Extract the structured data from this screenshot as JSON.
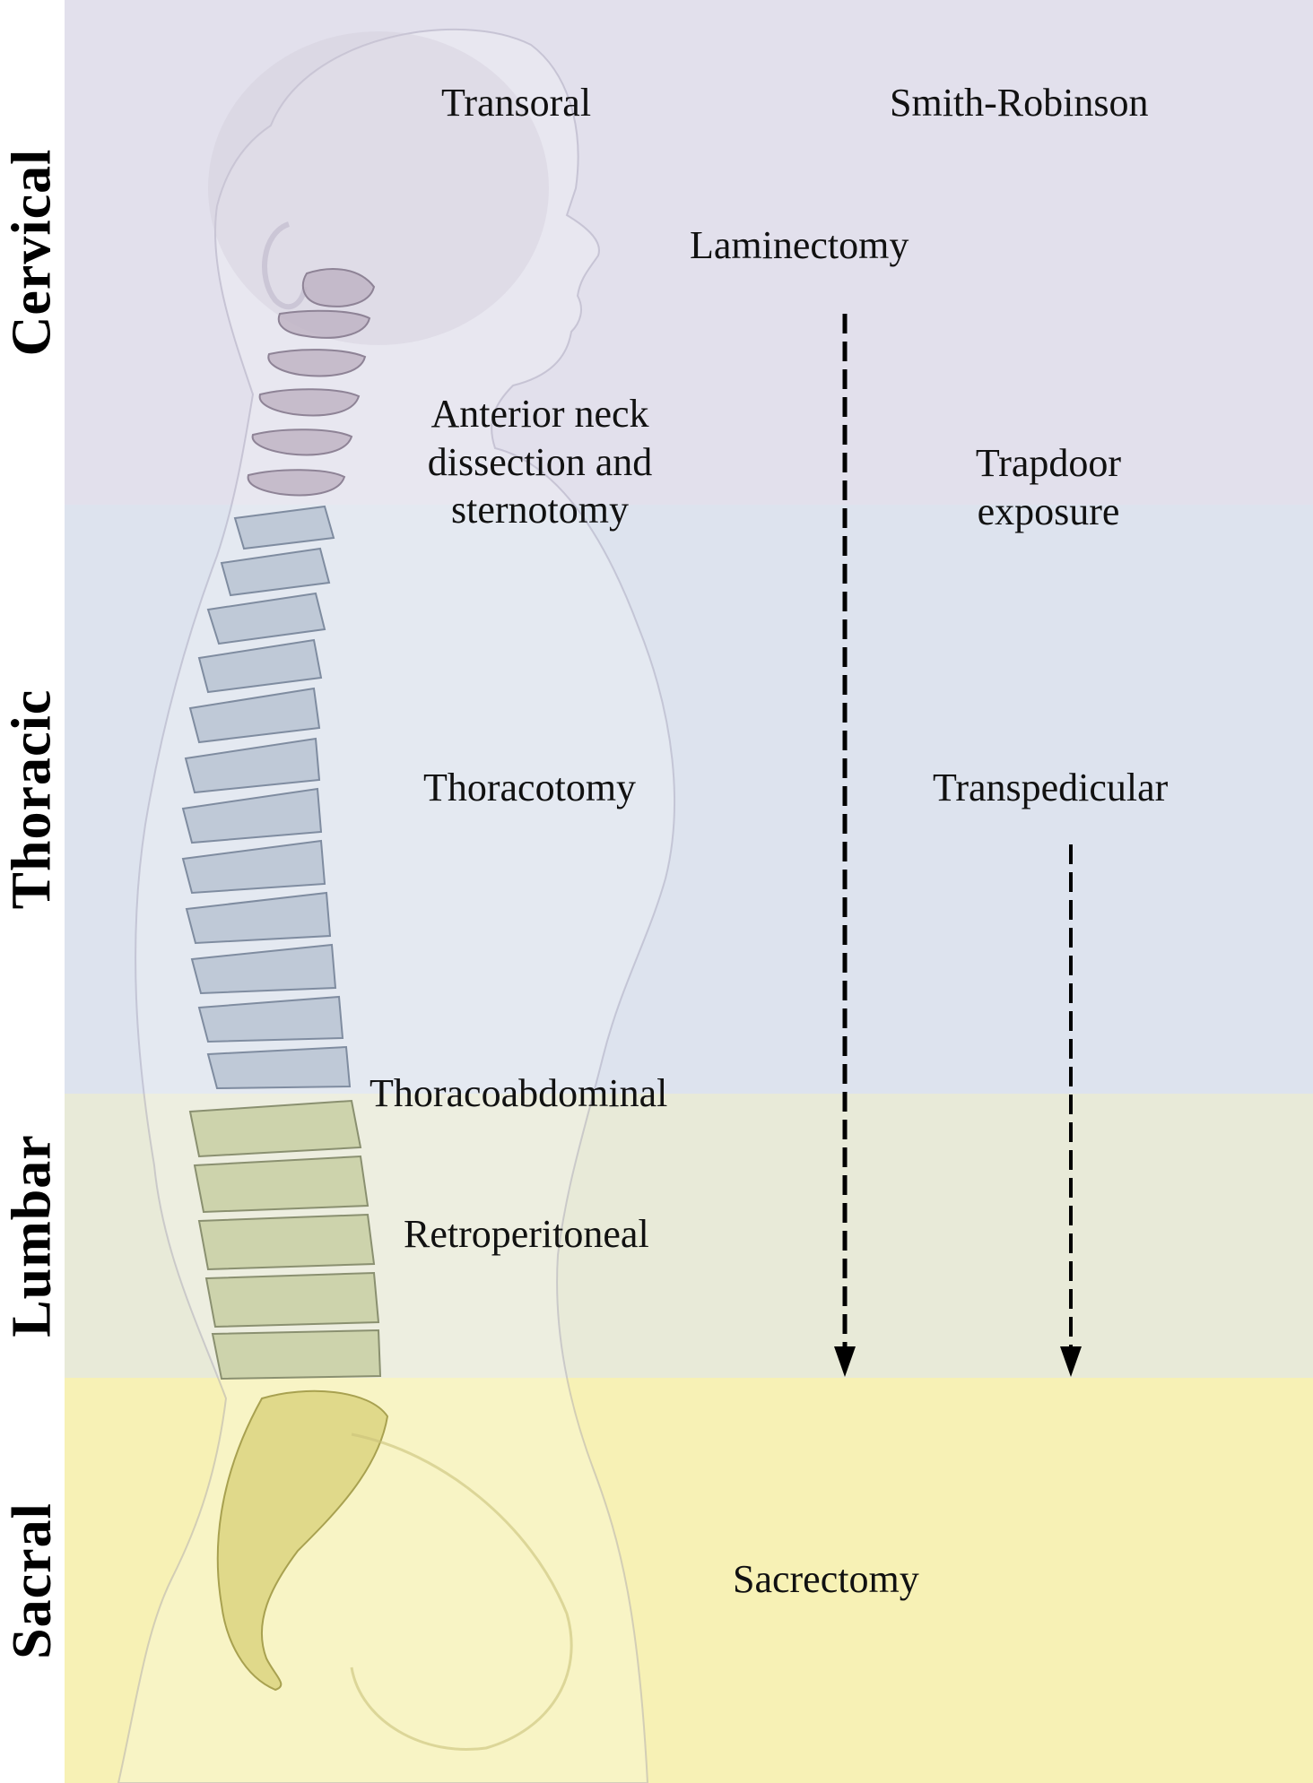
{
  "figure": {
    "title": "Surgical approaches by spinal region",
    "regions": [
      {
        "id": "cervical",
        "label": "Cervical",
        "color": "#e2e0ec"
      },
      {
        "id": "thoracic",
        "label": "Thoracic",
        "color": "#dde3ee"
      },
      {
        "id": "lumbar",
        "label": "Lumbar",
        "color": "#e8ead8"
      },
      {
        "id": "sacral",
        "label": "Sacral",
        "color": "#f7f1b5"
      }
    ],
    "approaches": {
      "transoral": "Transoral",
      "smith_robinson": "Smith-Robinson",
      "laminectomy": "Laminectomy",
      "anterior_neck": "Anterior neck dissection and sternotomy",
      "anterior_neck_lines": [
        "Anterior neck",
        "dissection and",
        "sternotomy"
      ],
      "trapdoor_lines": [
        "Trapdoor",
        "exposure"
      ],
      "thoracotomy": "Thoracotomy",
      "transpedicular": "Transpedicular",
      "thoracoabdominal": "Thoracoabdominal",
      "retroperitoneal": "Retroperitoneal",
      "sacrectomy": "Sacrectomy"
    },
    "arrows": [
      {
        "from": "Laminectomy",
        "extends_to": "Lumbar/Sacral boundary",
        "style": "dashed"
      },
      {
        "from": "Transpedicular",
        "extends_to": "Lumbar/Sacral boundary",
        "style": "dashed"
      }
    ],
    "illustration": "Translucent lateral human silhouette with spine (cervical, thoracic, lumbar vertebrae, sacrum and coccyx)"
  }
}
